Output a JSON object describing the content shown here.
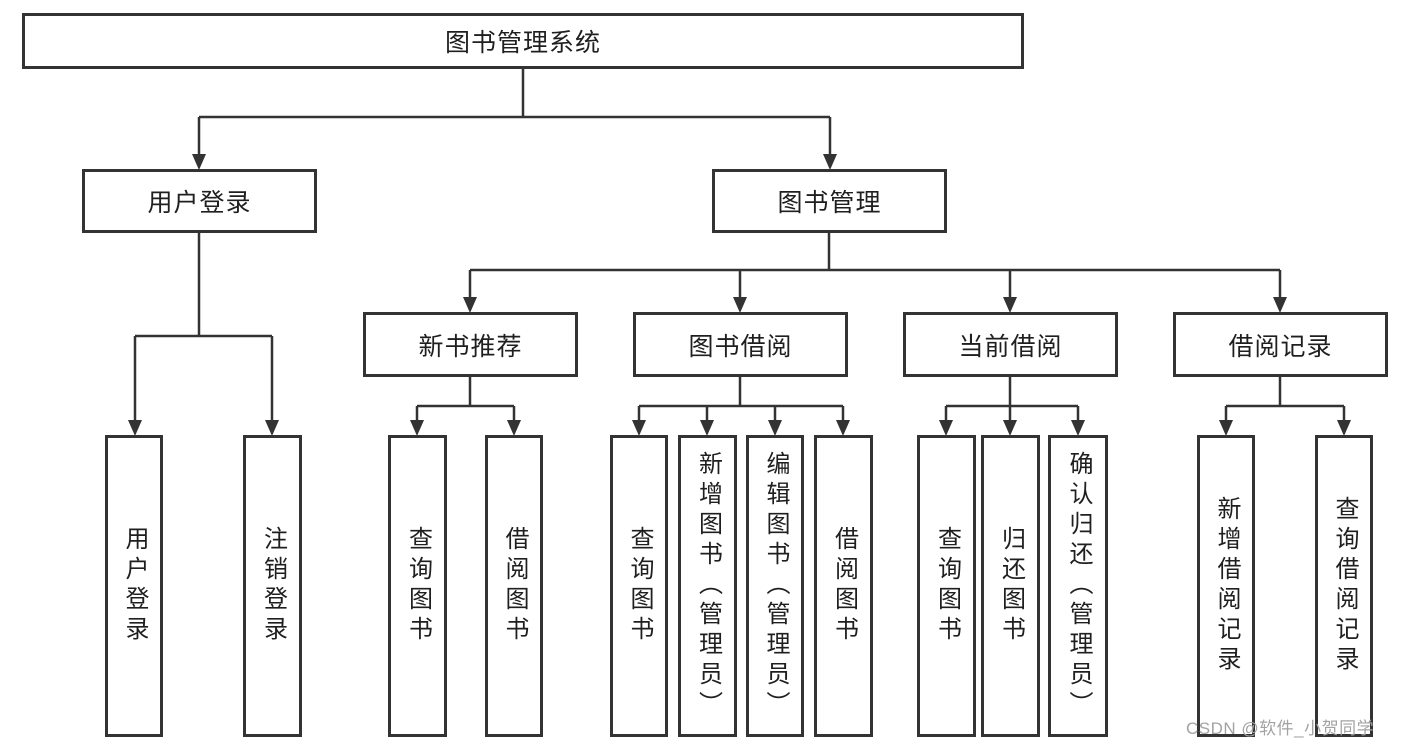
{
  "diagram": {
    "root": {
      "label": "图书管理系统"
    },
    "branches": [
      {
        "label": "用户登录",
        "children": [
          {
            "label": "用户登录"
          },
          {
            "label": "注销登录"
          }
        ]
      },
      {
        "label": "图书管理",
        "children": [
          {
            "label": "新书推荐",
            "children": [
              {
                "label": "查询图书"
              },
              {
                "label": "借阅图书"
              }
            ]
          },
          {
            "label": "图书借阅",
            "children": [
              {
                "label": "查询图书"
              },
              {
                "label": "新增图书（管理员）"
              },
              {
                "label": "编辑图书（管理员）"
              },
              {
                "label": "借阅图书"
              }
            ]
          },
          {
            "label": "当前借阅",
            "children": [
              {
                "label": "查询图书"
              },
              {
                "label": "归还图书"
              },
              {
                "label": "确认归还（管理员）"
              }
            ]
          },
          {
            "label": "借阅记录",
            "children": [
              {
                "label": "新增借阅记录"
              },
              {
                "label": "查询借阅记录"
              }
            ]
          }
        ]
      }
    ]
  },
  "watermark": {
    "text": "CSDN @软件_小贺同学"
  },
  "colors": {
    "box_border": "#333333",
    "connector": "#333333",
    "text": "#1f1f1f",
    "watermark": "#a3a3a3",
    "background": "#ffffff"
  }
}
